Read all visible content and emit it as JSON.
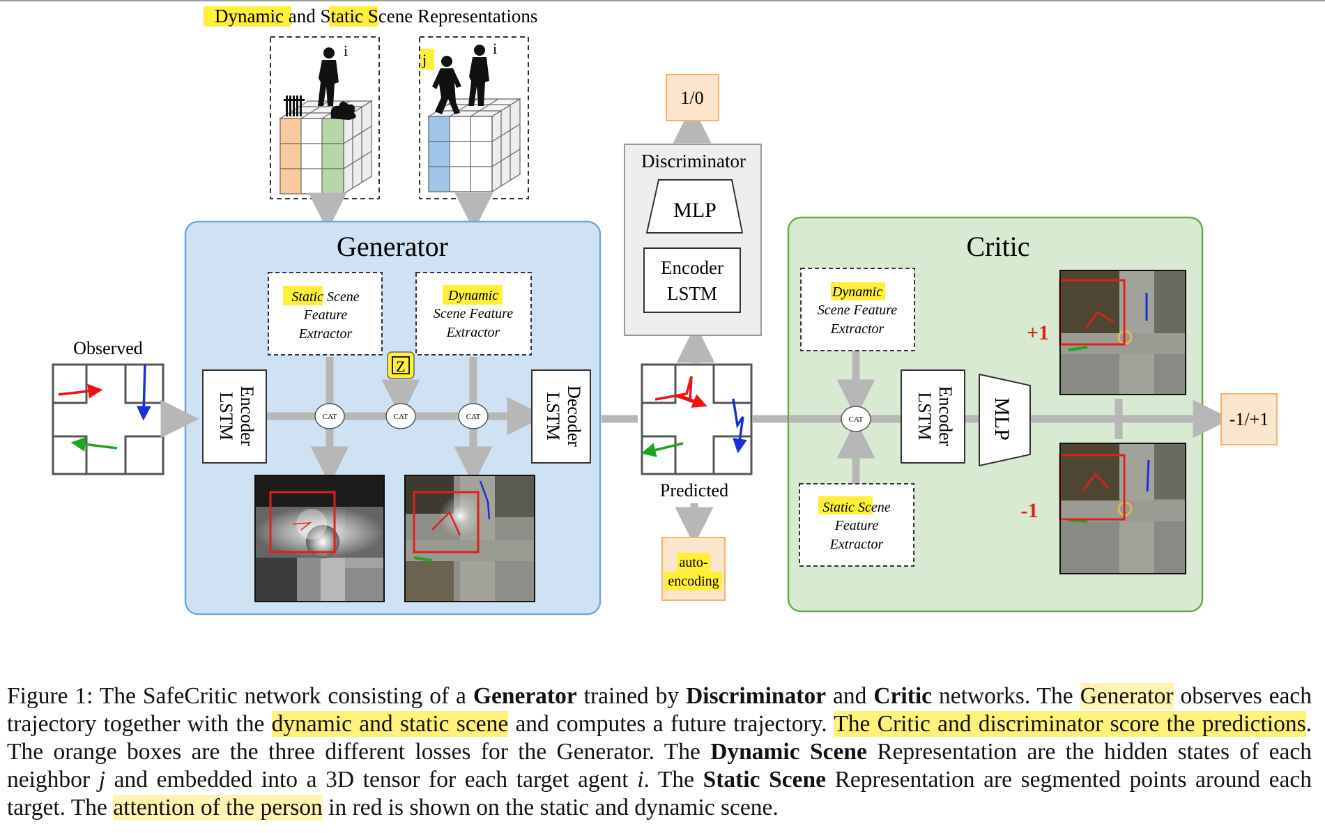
{
  "figure": {
    "scene_repr_title": {
      "part1": "Dynamic",
      "part2": " and ",
      "part3": "Static",
      "part4": " Scene Representations"
    },
    "cube_left_index": "i",
    "cube_right_index": "i",
    "cube_right_neighbor": "j",
    "observed_label": "Observed",
    "predicted_label": "Predicted",
    "generator": {
      "title": "Generator",
      "encoder_line1": "Encoder",
      "encoder_line2": "LSTM",
      "decoder_line1": "Decoder",
      "decoder_line2": "LSTM",
      "static_extractor": {
        "line1a": "Static",
        "line1b": " Scene",
        "line2": "Feature",
        "line3": "Extractor"
      },
      "dynamic_extractor": {
        "line1": "Dynamic",
        "line2": "Scene Feature",
        "line3": "Extractor"
      },
      "z_label": "Z",
      "cat_label": "CAT"
    },
    "discriminator": {
      "title": "Discriminator",
      "mlp_label": "MLP",
      "encoder_line1": "Encoder",
      "encoder_line2": "LSTM",
      "output_label": "1/0"
    },
    "autoencoding": {
      "line1": "auto-",
      "line2": "encoding"
    },
    "critic": {
      "title": "Critic",
      "dynamic_extractor": {
        "line1": "Dynamic",
        "line2": "Scene Feature",
        "line3": "Extractor"
      },
      "static_extractor": {
        "line1a": "Static Sc",
        "line1b": "ene",
        "line2": "Feature",
        "line3": "Extractor"
      },
      "encoder_line1": "Encoder",
      "encoder_line2": "LSTM",
      "mlp_label": "MLP",
      "cat_label": "CAT",
      "plus_label": "+1",
      "minus_label": "-1",
      "output_label": "-1/+1"
    },
    "colors": {
      "generator_bg": "#cfe2f3",
      "generator_border": "#6fa8dc",
      "critic_bg": "#d9ead3",
      "critic_border": "#6aa84f",
      "orange_box": "#fce5cd",
      "orange_border": "#f6b26b",
      "highlight": "#ffef3a",
      "arrow": "#b7b7b7",
      "attention": "#e0201a"
    }
  },
  "caption": {
    "figure_number": "Figure 1:",
    "t1": " The  SafeCritic network consisting of a ",
    "b1": "Generator",
    "t2": " trained by ",
    "b2": "Discriminator",
    "t3": " and ",
    "b3": "Critic",
    "t4": "  networks. The ",
    "h1": "Generator",
    "t5": " observes each trajectory together with the ",
    "h2": "dynamic and static scene",
    "t6": " and computes a future trajectory. ",
    "h3": "The Critic and discriminator score the predictions",
    "t7": ". The orange boxes are the three different losses for the Generator. The ",
    "b4": "Dynamic Scene",
    "t8": " Representation are the hidden states of each neighbor ",
    "var_j": "j",
    "t9": " and embedded into a 3D tensor for each target agent ",
    "var_i": "i",
    "t10": ". The ",
    "b5": "Static Scene",
    "t11": " Representation are segmented points around each target. The ",
    "h4": "attention of the person",
    "t12": " in red is shown on the static and dynamic scene."
  }
}
